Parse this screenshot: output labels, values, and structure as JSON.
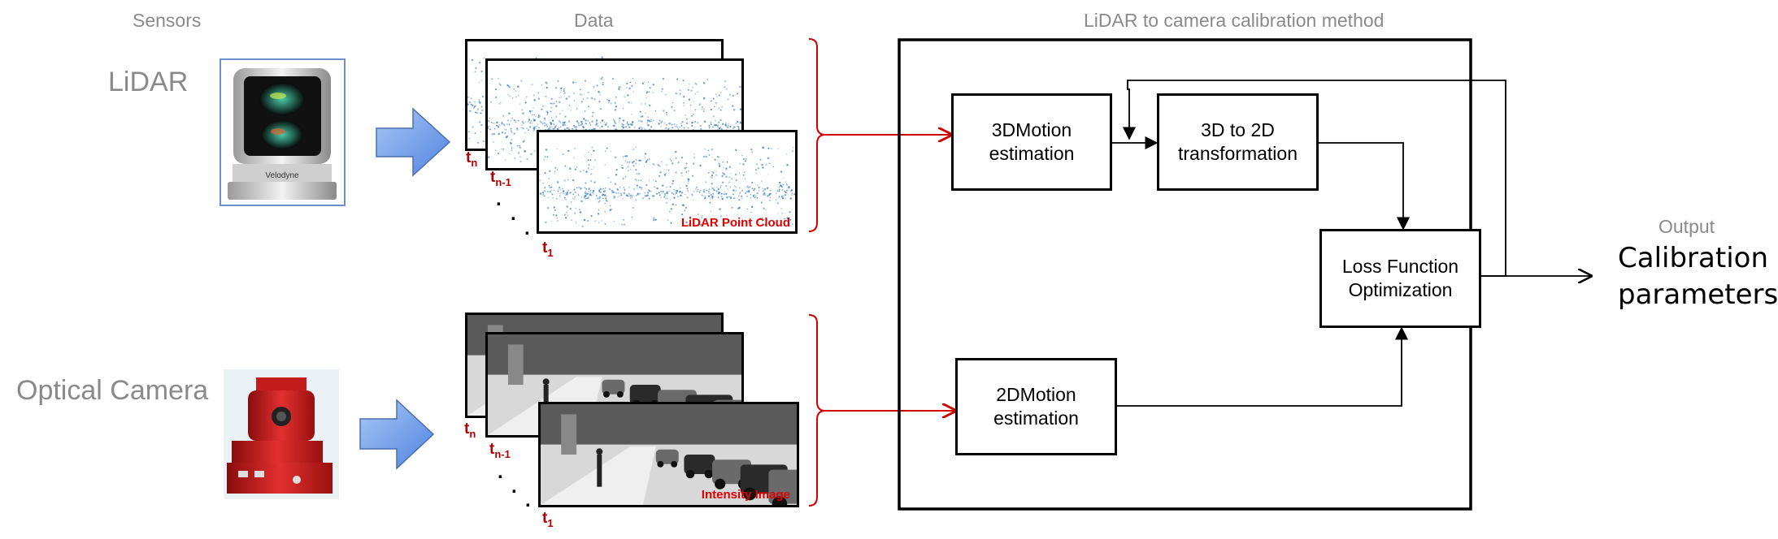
{
  "headers": {
    "sensors": "Sensors",
    "data": "Data",
    "method": "LiDAR to camera calibration method"
  },
  "sensors": {
    "lidar": "LiDAR",
    "camera": "Optical Camera",
    "lidar_brand": "Velodyne"
  },
  "data": {
    "lidar_caption": "LiDAR Point Cloud",
    "camera_caption": "Intensity Image",
    "t_base": "t",
    "t_n_sub": "n",
    "t_n1_sub": "n-1",
    "t_1_sub": "1"
  },
  "blocks": {
    "motion3d": [
      "3DMotion",
      "estimation"
    ],
    "transform": [
      "3D to 2D",
      "transformation"
    ],
    "loss": [
      "Loss Function",
      "Optimization"
    ],
    "motion2d": [
      "2DMotion",
      "estimation"
    ]
  },
  "output": {
    "label": "Output",
    "value_line1": "Calibration",
    "value_line2": "parameters"
  },
  "colors": {
    "arrow_blue": "#5b8fe6",
    "brace_red": "#d00000",
    "point_cloud_blue": "#3a7fc6"
  }
}
